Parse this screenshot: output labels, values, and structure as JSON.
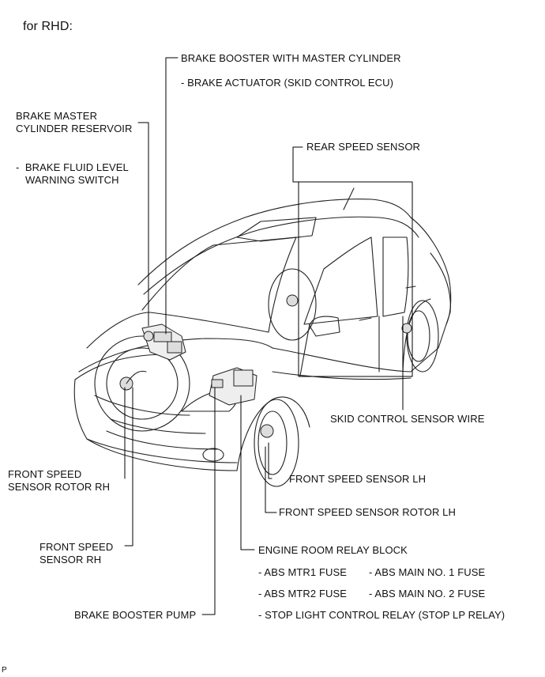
{
  "title": "for RHD:",
  "labels": {
    "brake_booster": "BRAKE BOOSTER WITH MASTER CYLINDER",
    "brake_actuator": "- BRAKE ACTUATOR (SKID CONTROL ECU)",
    "master_reservoir_1": "BRAKE MASTER",
    "master_reservoir_2": "CYLINDER RESERVOIR",
    "fluid_switch_1": "-  BRAKE FLUID LEVEL",
    "fluid_switch_2": "WARNING SWITCH",
    "rear_speed_sensor": "REAR SPEED SENSOR",
    "skid_wire": "SKID CONTROL SENSOR WIRE",
    "front_rotor_rh_1": "FRONT SPEED",
    "front_rotor_rh_2": "SENSOR ROTOR RH",
    "front_sensor_lh": "FRONT SPEED SENSOR LH",
    "front_rotor_lh": "FRONT SPEED SENSOR ROTOR LH",
    "front_sensor_rh_1": "FRONT SPEED",
    "front_sensor_rh_2": "SENSOR RH",
    "relay_block": "ENGINE ROOM RELAY BLOCK",
    "abs_mtr1": "- ABS MTR1 FUSE",
    "abs_main1": "- ABS MAIN NO. 1 FUSE",
    "abs_mtr2": "- ABS MTR2 FUSE",
    "abs_main2": "- ABS MAIN NO. 2 FUSE",
    "stop_relay": "- STOP LIGHT CONTROL RELAY (STOP LP RELAY)",
    "booster_pump": "BRAKE BOOSTER PUMP"
  },
  "corner_mark": "P"
}
